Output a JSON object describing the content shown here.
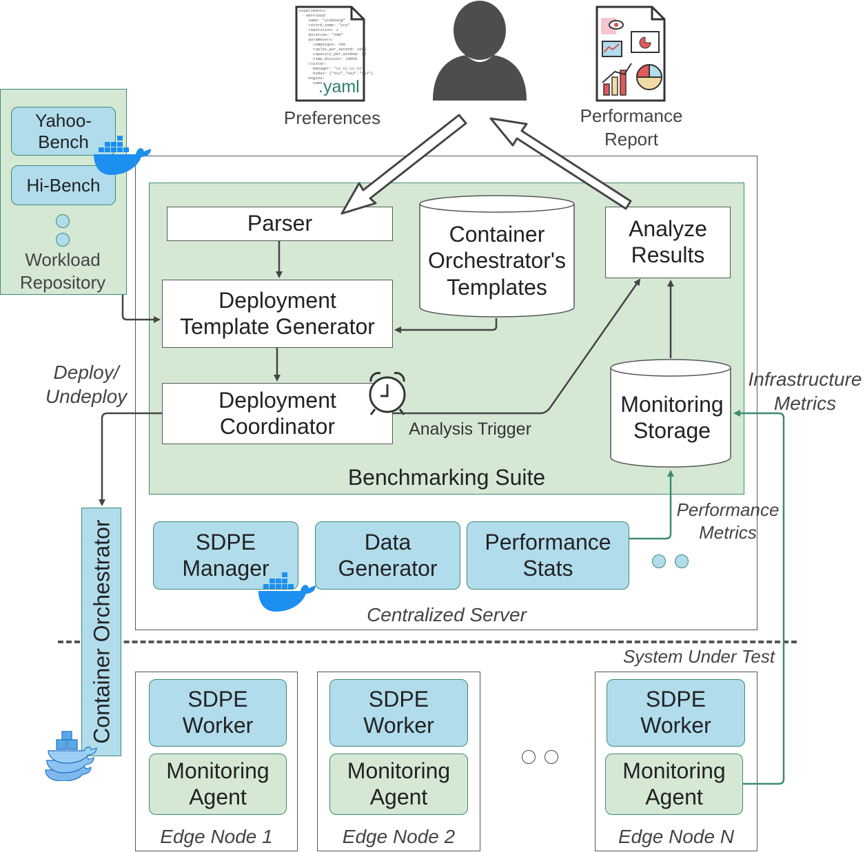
{
  "preferences": {
    "label": "Preferences",
    "file_ext": ".yaml",
    "yaml_lines": [
      "experiments:",
      " - workload:",
      "    name: \"ycsbkeng\"",
      "    record_name: \"ycs\"",
      "    repetition: 1",
      "    duration: \"10m\"",
      "    parameters:",
      "      campaigns: 100",
      "      tuples_per_second: 1000",
      "      capacity_per_window: 10",
      "      time_divisor: 10000",
      "    cluster:",
      "      manager: \"cc.cc.cc.cc\"",
      "      nodes: [\"ss1\",\"ss2\",\"ss3\"]",
      "    engine:",
      "      name: ..."
    ]
  },
  "performance_report": {
    "label_line1": "Performance",
    "label_line2": "Report"
  },
  "workload_repository": {
    "items": [
      "Yahoo-\nBench",
      "Hi-Bench"
    ],
    "label_line1": "Workload",
    "label_line2": "Repository"
  },
  "benchmarking_suite": {
    "title": "Benchmarking Suite",
    "parser": "Parser",
    "templates_db": "Container\nOrchestrator's\nTemplates",
    "analyze": "Analyze\nResults",
    "generator": "Deployment\nTemplate Generator",
    "coordinator": "Deployment\nCoordinator",
    "monitoring_storage": "Monitoring\nStorage",
    "analysis_trigger": "Analysis Trigger"
  },
  "centralized_server": {
    "label": "Centralized Server",
    "components": [
      "SDPE\nManager",
      "Data\nGenerator",
      "Performance\nStats"
    ]
  },
  "labels": {
    "deploy_line1": "Deploy/",
    "deploy_line2": "Undeploy",
    "infra_line1": "Infrastructure",
    "infra_line2": "Metrics",
    "perf_line1": "Performance",
    "perf_line2": "Metrics",
    "system_under_test": "System Under Test"
  },
  "container_orchestrator": "Container Orchestrator",
  "edge_nodes": [
    {
      "worker": "SDPE\nWorker",
      "agent": "Monitoring\nAgent",
      "name": "Edge Node 1"
    },
    {
      "worker": "SDPE\nWorker",
      "agent": "Monitoring\nAgent",
      "name": "Edge Node 2"
    },
    {
      "worker": "SDPE\nWorker",
      "agent": "Monitoring\nAgent",
      "name": "Edge Node N"
    }
  ],
  "colors": {
    "component_blue": "#b1dcec",
    "component_green": "#d5e8d4",
    "teal_line": "#3c8a70",
    "docker_blue": "#1d8ff0",
    "user_gray": "#4d4d4d"
  }
}
